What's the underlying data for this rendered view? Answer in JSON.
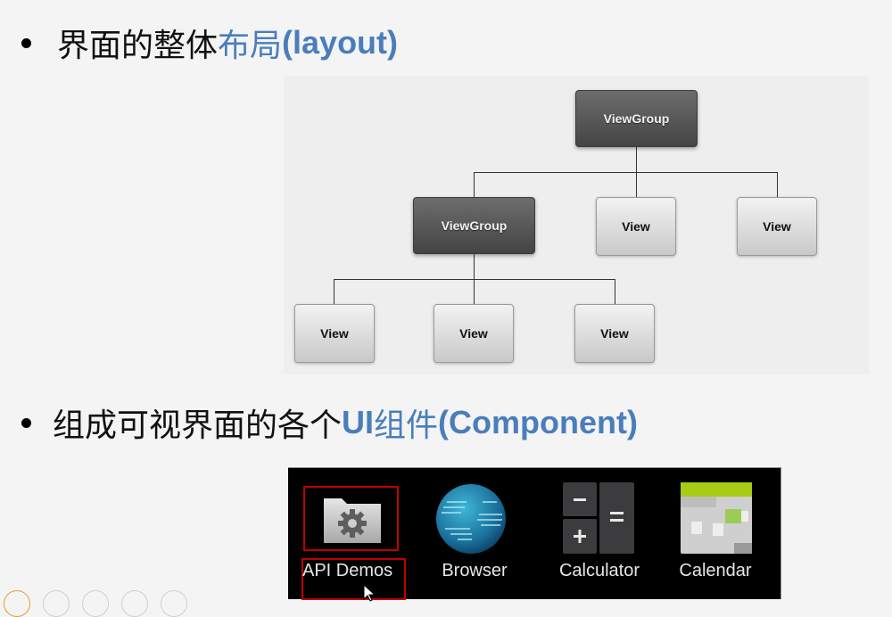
{
  "bullets": [
    {
      "text_plain": "界面的整体",
      "text_highlight": "布局",
      "text_highlight_bold": "(layout)"
    },
    {
      "text_plain": "组成可视界面的各个",
      "text_highlight_bold": "UI",
      "text_highlight": "组件",
      "text_highlight_bold2": "(Component)"
    }
  ],
  "diagram": {
    "root": {
      "label": "ViewGroup"
    },
    "level2": [
      {
        "label": "ViewGroup",
        "type": "group"
      },
      {
        "label": "View",
        "type": "view"
      },
      {
        "label": "View",
        "type": "view"
      }
    ],
    "level3": [
      {
        "label": "View"
      },
      {
        "label": "View"
      },
      {
        "label": "View"
      }
    ]
  },
  "launcher": {
    "apps": [
      {
        "label": "API Demos",
        "icon": "folder-gear-icon",
        "highlighted": true
      },
      {
        "label": "Browser",
        "icon": "globe-icon"
      },
      {
        "label": "Calculator",
        "icon": "calculator-icon"
      },
      {
        "label": "Calendar",
        "icon": "calendar-icon"
      }
    ]
  },
  "colors": {
    "highlight": "#4a7ebb",
    "annotation_red": "#c00000"
  }
}
